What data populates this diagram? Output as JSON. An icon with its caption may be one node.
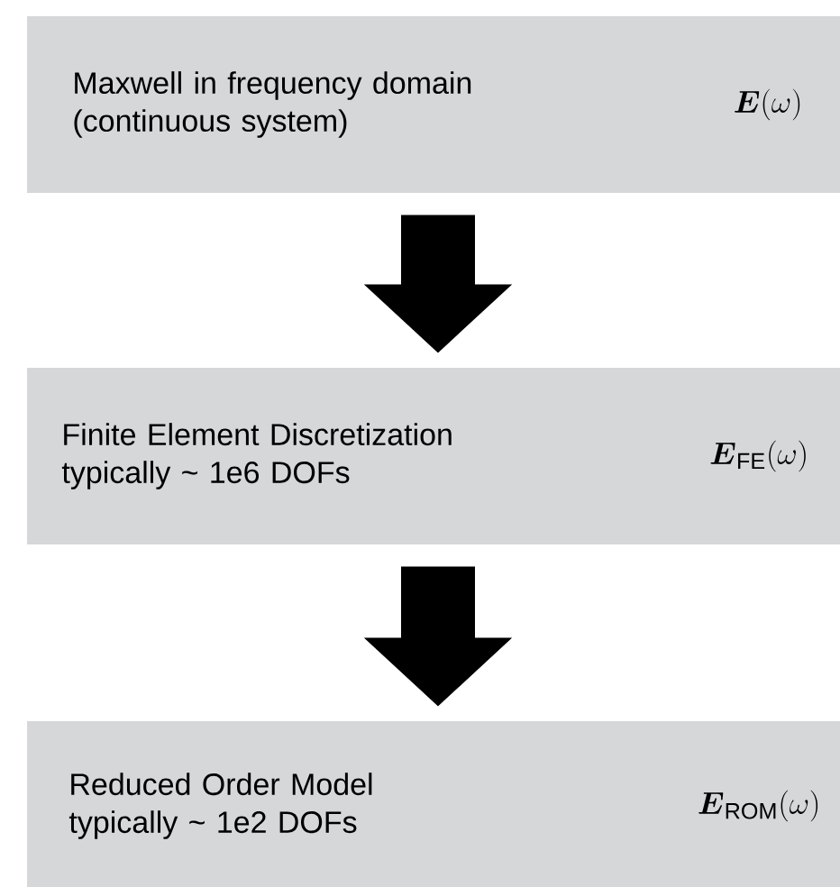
{
  "diagram": {
    "nodes": [
      {
        "text": [
          "Maxwell in frequency domain (continuous system)",
          "\\boldsymbol{E}(\\omega)"
        ]
      },
      {
        "text": [
          "Finite Element Discretization typically ~ 1e6 DOFs",
          "\\boldsymbol{E}_{\\text{FE}}(\\omega)"
        ]
      },
      {
        "text": [
          "Reduced Order Model typically ~ 1e2 DOFs",
          "\\boldsymbol{E}_{\\text{ROM}}(\\omega)"
        ]
      }
    ],
    "edges": [
      {
        "from": 0,
        "to": 1,
        "arrow": "to"
      },
      {
        "from": 1,
        "to": 2,
        "arrow": "to"
      }
    ]
  }
}
